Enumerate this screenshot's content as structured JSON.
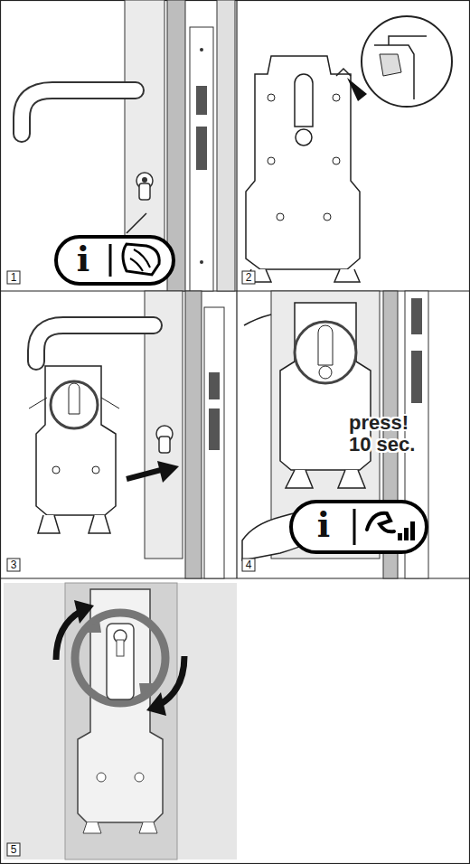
{
  "diagram": {
    "labels": [
      "1",
      "i",
      "2",
      "3",
      "4",
      "press! 10 sec.",
      "i",
      "5"
    ]
  }
}
